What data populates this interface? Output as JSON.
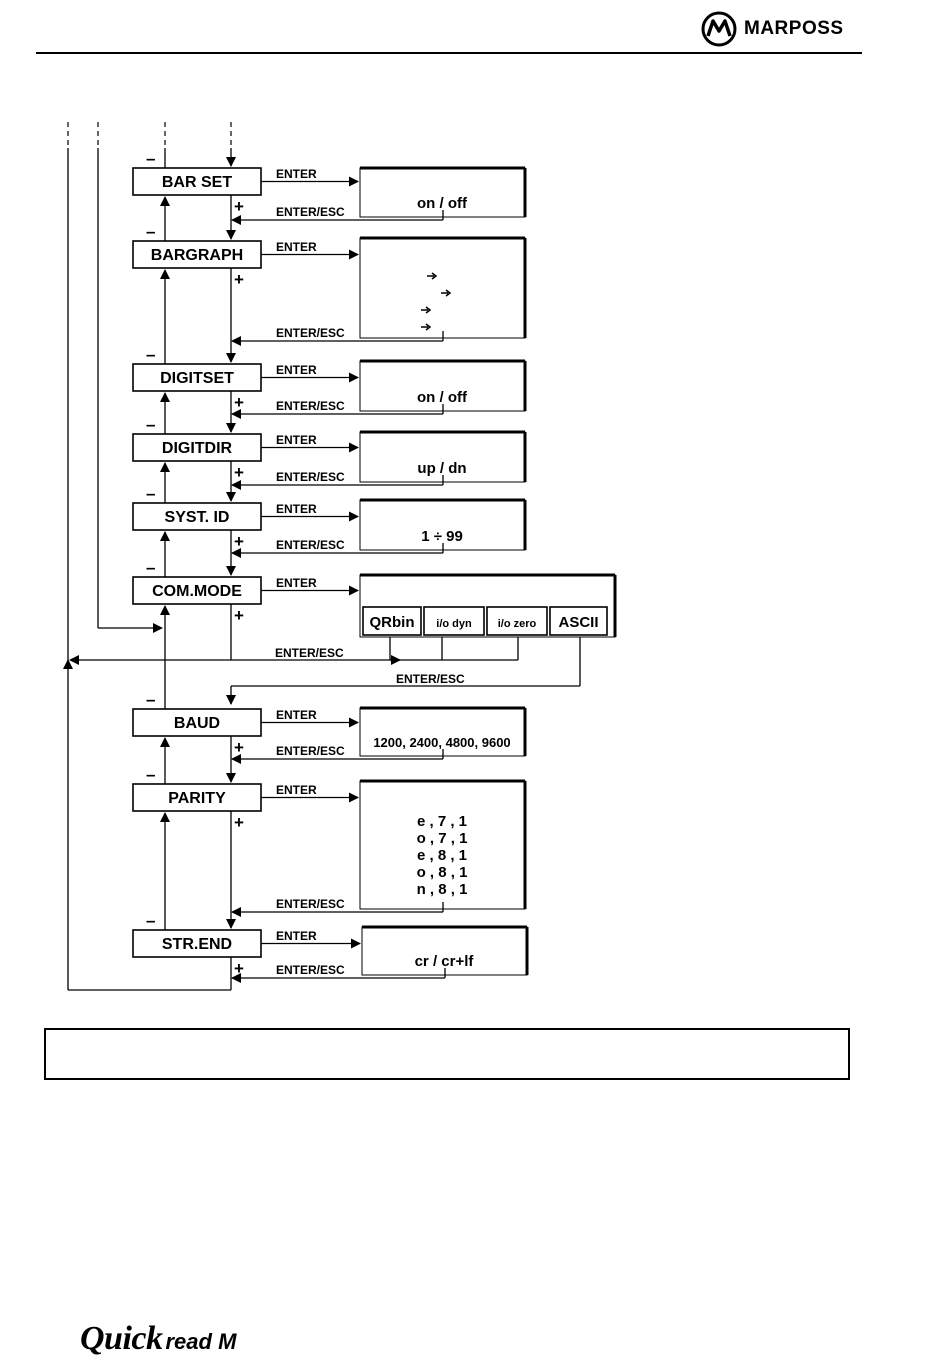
{
  "header": {
    "brand": "MARPOSS",
    "logo_icon": "marposs-logo-icon"
  },
  "menu": {
    "items": [
      {
        "label": "BAR SET",
        "option_text": "on / off"
      },
      {
        "label": "BARGRAPH",
        "option_text": ""
      },
      {
        "label": "DIGITSET",
        "option_text": "on / off"
      },
      {
        "label": "DIGITDIR",
        "option_text": "up / dn"
      },
      {
        "label": "SYST. ID",
        "option_text": "1 ÷ 99"
      },
      {
        "label": "COM.MODE",
        "option_text": ""
      },
      {
        "label": "BAUD",
        "option_text": "1200, 2400, 4800, 9600"
      },
      {
        "label": "PARITY",
        "option_lines": [
          "e , 7 , 1",
          "o , 7 , 1",
          "e , 8 , 1",
          "o , 8 , 1",
          "n , 8 , 1"
        ]
      },
      {
        "label": "STR.END",
        "option_text": "cr / cr+lf"
      }
    ],
    "com_mode_options": [
      "QRbin",
      "i/o dyn",
      "i/o zero",
      "ASCII"
    ],
    "enter_label": "ENTER",
    "enter_esc_label": "ENTER/ESC",
    "plus_symbol": "+",
    "minus_symbol": "–"
  },
  "footer": {
    "product_quick": "Quick",
    "product_rest": "read M"
  }
}
